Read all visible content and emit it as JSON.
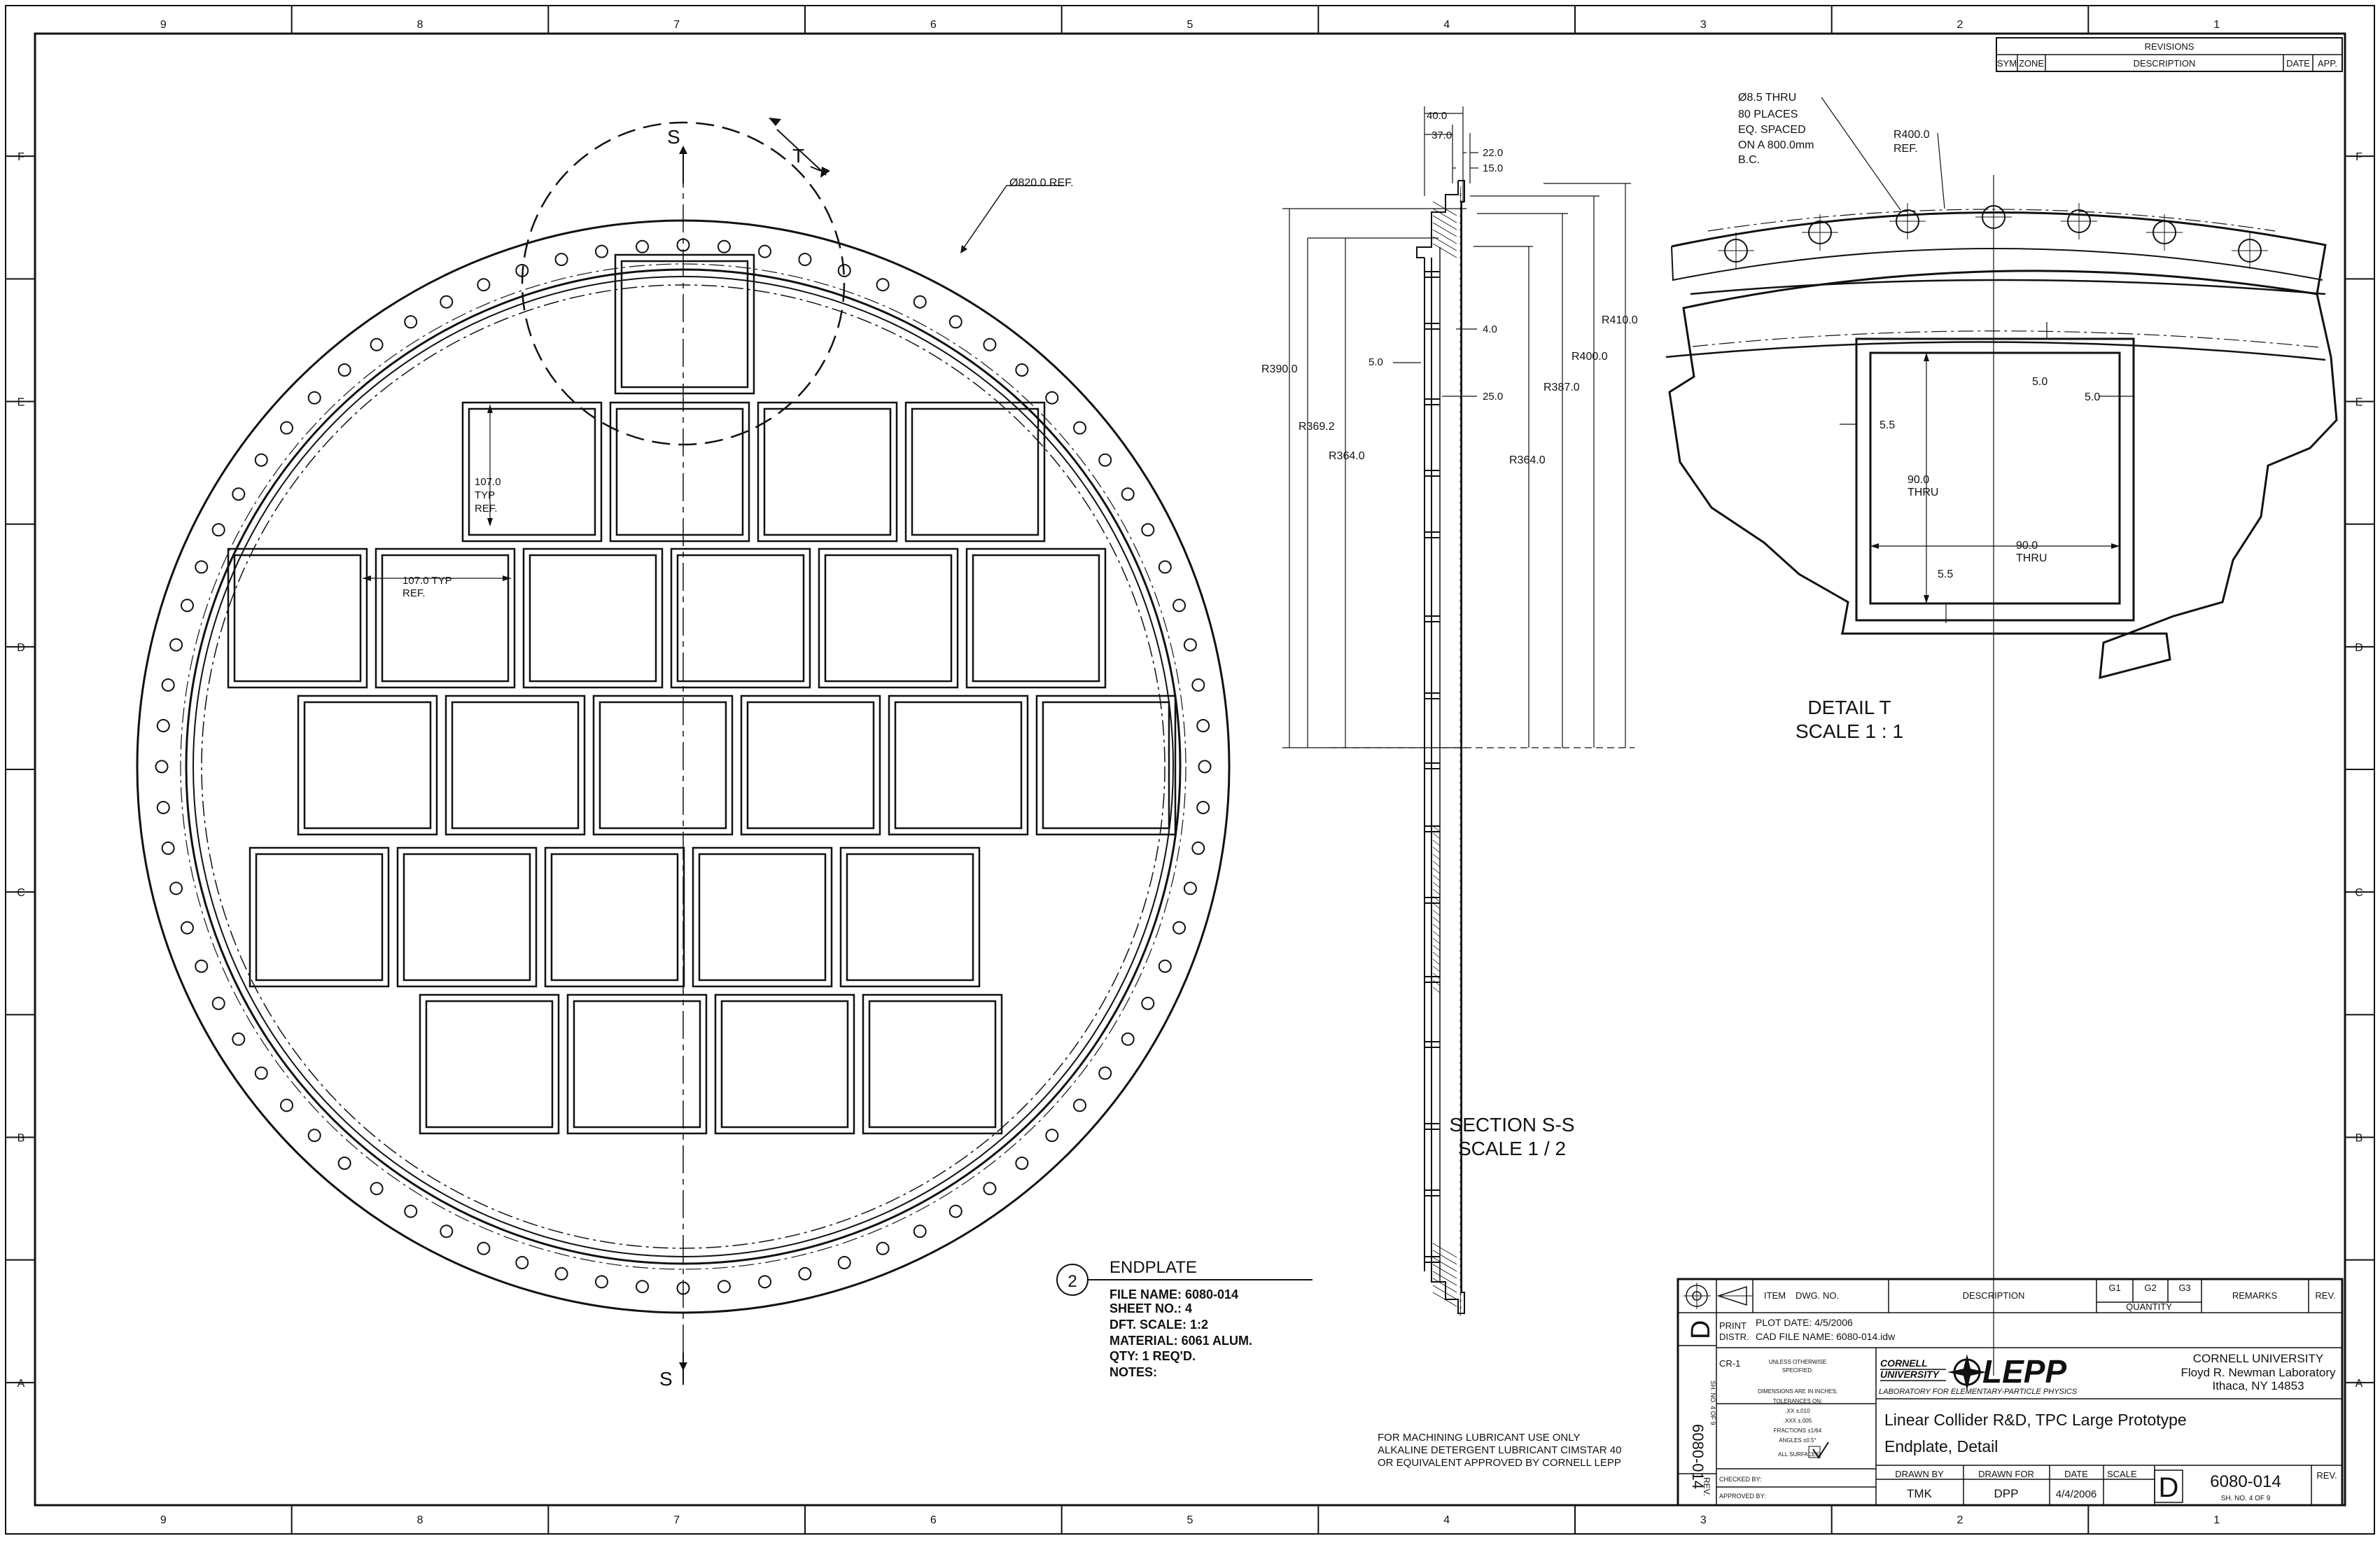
{
  "border": {
    "columns": [
      "9",
      "8",
      "7",
      "6",
      "5",
      "4",
      "3",
      "2",
      "1"
    ],
    "rows": [
      "F",
      "E",
      "D",
      "C",
      "B",
      "A"
    ]
  },
  "revisions": {
    "title": "REVISIONS",
    "headers": [
      "SYM",
      "ZONE",
      "DESCRIPTION",
      "DATE",
      "APP."
    ]
  },
  "main_view": {
    "section_letter": "S",
    "detail_letter": "T",
    "diameter_note": "Ø820.0 REF.",
    "pitch_v": [
      "107.0",
      "TYP",
      "REF."
    ],
    "pitch_h": [
      "107.0 TYP",
      "REF."
    ]
  },
  "endplate_label": {
    "number": "2",
    "title": "ENDPLATE",
    "lines": [
      "FILE NAME: 6080-014",
      "SHEET NO.: 4",
      "DFT. SCALE: 1:2",
      "MATERIAL: 6061 ALUM.",
      "QTY: 1 REQ'D.",
      "NOTES:"
    ]
  },
  "section_view": {
    "dims_top": [
      "40.0",
      "37.0",
      "22.0",
      "15.0"
    ],
    "radii": [
      "R410.0",
      "R400.0",
      "R390.0",
      "R387.0",
      "R369.2",
      "R364.0",
      "R364.0"
    ],
    "small": [
      "5.0",
      "4.0",
      "25.0"
    ],
    "caption": [
      "SECTION S-S",
      "SCALE 1 / 2"
    ]
  },
  "detail_view": {
    "hole_note": [
      "Ø8.5 THRU",
      "80 PLACES",
      "EQ. SPACED",
      "ON A 800.0mm",
      "B.C."
    ],
    "radius_note": [
      "R400.0",
      "REF."
    ],
    "dims": [
      "5.0",
      "5.0",
      "5.5",
      "5.5"
    ],
    "thru_v": [
      "90.0",
      "THRU"
    ],
    "thru_h": [
      "90.0",
      "THRU"
    ],
    "caption": [
      "DETAIL  T",
      "SCALE 1 : 1"
    ]
  },
  "machining_note": [
    "FOR MACHINING LUBRICANT USE ONLY",
    "ALKALINE DETERGENT LUBRICANT CIMSTAR 40",
    "OR EQUIVALENT APPROVED BY CORNELL LEPP"
  ],
  "title_block": {
    "headers": [
      "ITEM",
      "DWG. NO.",
      "DESCRIPTION",
      "G1",
      "G2",
      "G3",
      "QUANTITY",
      "REMARKS",
      "REV."
    ],
    "size": "D",
    "print_distr": [
      "PRINT",
      "DISTR."
    ],
    "plot_date": "PLOT DATE:  4/5/2006",
    "cad_file": "CAD FILE NAME:  6080-014.idw",
    "cr": "CR-1",
    "tolerances": [
      "UNLESS OTHERWISE",
      "SPECIFIED:",
      "DIMENSIONS ARE IN INCHES;",
      "TOLERANCES ON:",
      ".XX  ±.010",
      ".XXX  ±.005",
      "FRACTIONS  ±1/64",
      "ANGLES  ±0.5°",
      "ALL SURFACES"
    ],
    "vertical_dwg": "6080-014",
    "vertical_sheet": "SH. NO.  4     OF 9",
    "rev_label": "REV.",
    "cornell_logo": [
      "CORNELL",
      "UNIVERSITY"
    ],
    "lepp_logo": "LEPP",
    "lab_line": "LABORATORY FOR ELEMENTARY-PARTICLE PHYSICS",
    "org": [
      "CORNELL UNIVERSITY",
      "Floyd R. Newman Laboratory",
      "Ithaca, NY 14853"
    ],
    "project": "Linear Collider R&D, TPC Large Prototype",
    "title": "Endplate, Detail",
    "checked": "CHECKED BY:",
    "approved": "APPROVED BY:",
    "drawn_by_label": "DRAWN BY",
    "drawn_by": "TMK",
    "drawn_for_label": "DRAWN FOR",
    "drawn_for": "DPP",
    "date_label": "DATE",
    "date": "4/4/2006",
    "scale_label": "SCALE",
    "dwg_no": "6080-014",
    "sheet_of": "SH. NO.  4        OF  9",
    "rev": "REV."
  }
}
